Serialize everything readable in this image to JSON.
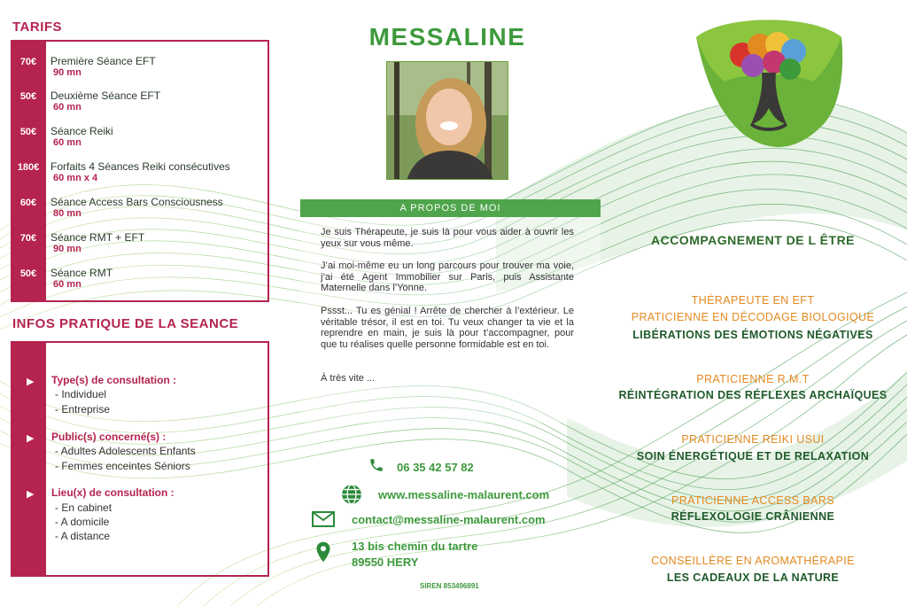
{
  "header": {
    "brand": "MESSALINE"
  },
  "tarifs": {
    "title": "TARIFS",
    "items": [
      {
        "price": "70€",
        "name": "Première Séance EFT",
        "duration": "90 mn"
      },
      {
        "price": "50€",
        "name": "Deuxième Séance EFT",
        "duration": "60 mn"
      },
      {
        "price": "50€",
        "name": "Séance Reiki",
        "duration": "60 mn"
      },
      {
        "price": "180€",
        "name": "Forfaits 4 Séances Reiki consécutives",
        "duration": "60 mn x 4"
      },
      {
        "price": "60€",
        "name": "Séance Access Bars Consciousness",
        "duration": "80 mn"
      },
      {
        "price": "70€",
        "name": "Séance RMT + EFT",
        "duration": "90 mn"
      },
      {
        "price": "50€",
        "name": "Séance RMT",
        "duration": "60 mn"
      }
    ]
  },
  "infos": {
    "title": "INFOS PRATIQUE DE LA SEANCE",
    "groups": [
      {
        "heading": "Type(s) de consultation :",
        "items": [
          "- Individuel",
          "- Entreprise"
        ]
      },
      {
        "heading": "Public(s) concerné(s) :",
        "items": [
          "- Adultes  Adolescents  Enfants",
          "- Femmes enceintes  Séniors"
        ]
      },
      {
        "heading": "Lieu(x) de consultation :",
        "items": [
          "- En cabinet",
          "- A domicile",
          "- A distance"
        ]
      }
    ]
  },
  "about": {
    "title": "A PROPOS DE MOI",
    "p1": "Je suis Thérapeute, je suis là pour vous aider à ouvrir les yeux sur vous même.",
    "p2": "J’ai moi-même eu un long parcours pour trouver ma voie, j’ai été  Agent Immobilier sur Paris, puis Assistante Maternelle dans l’Yonne.",
    "p3": "Pssst... Tu es génial ! Arrête de chercher à l’extérieur. Le véritable trésor, il est en toi. Tu veux changer ta vie et la reprendre en main, je suis là pour t’accompagner, pour que tu réalises quelle personne formidable est en toi.",
    "p4": "À très vite ..."
  },
  "contact": {
    "phone": "06 35 42 57 82",
    "website": "www.messaline-malaurent.com",
    "email": "contact@messaline-malaurent.com",
    "address_line1": "13 bis chemin du tartre",
    "address_line2": "89550 HERY",
    "siren": "SIREN 853496891"
  },
  "services": {
    "title": "ACCOMPAGNEMENT DE L ÊTRE",
    "blocks": [
      {
        "lines": [
          "THÉRAPEUTE EN EFT",
          "PRATICIENNE EN DÉCODAGE BIOLOGIQUE",
          "LIBÉRATIONS DES ÉMOTIONS NÉGATIVES"
        ]
      },
      {
        "lines": [
          "PRATICIENNE R.M.T",
          "RÉINTÉGRATION DES RÉFLEXES ARCHAÏQUES"
        ]
      },
      {
        "lines": [
          "PRATICIENNE REIKI USUI",
          "SOIN ÉNERGÉTIQUE ET DE RELAXATION"
        ]
      },
      {
        "lines": [
          "PRATICIENNE ACCESS BARS",
          "RÉFLEXOLOGIE CRÂNIENNE"
        ]
      },
      {
        "lines": [
          "CONSEILLÈRE EN AROMATHÉRAPIE",
          "LES CADEAUX DE LA NATURE"
        ]
      }
    ]
  },
  "colors": {
    "accent": "#b5234f",
    "green": "#3d9a3c",
    "dark_green": "#1f5a2a",
    "orange": "#e38a21"
  }
}
